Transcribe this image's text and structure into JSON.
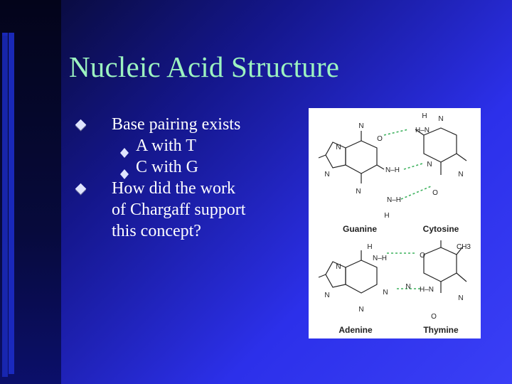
{
  "slide": {
    "title": "Nucleic Acid Structure",
    "bullets": [
      {
        "text": "Base pairing exists",
        "sub": [
          {
            "text": "A with T"
          },
          {
            "text": "C with G"
          }
        ]
      },
      {
        "text_lines": [
          "How did the work",
          "of Chargaff support",
          "this concept?"
        ]
      }
    ]
  },
  "diagram": {
    "pair1": {
      "left_name": "Guanine",
      "right_name": "Cytosine",
      "atoms": {
        "h_top": "H",
        "h_n": "H–N",
        "o_left": "O",
        "n_h_mid": "N–H",
        "n_right": "N",
        "n_bottom_left": "N",
        "n_left_ring": "N",
        "n_left_ring2": "N",
        "n_right_ring": "N",
        "n_h_bottom": "N–H",
        "h_bottom": "H",
        "o_right": "O",
        "n_left_1": "N",
        "n_right_2": "N"
      }
    },
    "pair2": {
      "left_name": "Adenine",
      "right_name": "Thymine",
      "atoms": {
        "h_top": "H",
        "n_h": "N–H",
        "o_top": "O",
        "ch3": "CH3",
        "n_h_mid": "H–N",
        "n_ring_left": "N",
        "n_mid": "N",
        "n_left_ring": "N",
        "n_left_ring2": "N",
        "n_right_ring": "N",
        "o_bottom": "O",
        "n_bottom": "N"
      }
    }
  },
  "colors": {
    "title": "#9cf3c0",
    "text": "#ffffff",
    "hbond": "#3fb25f"
  }
}
